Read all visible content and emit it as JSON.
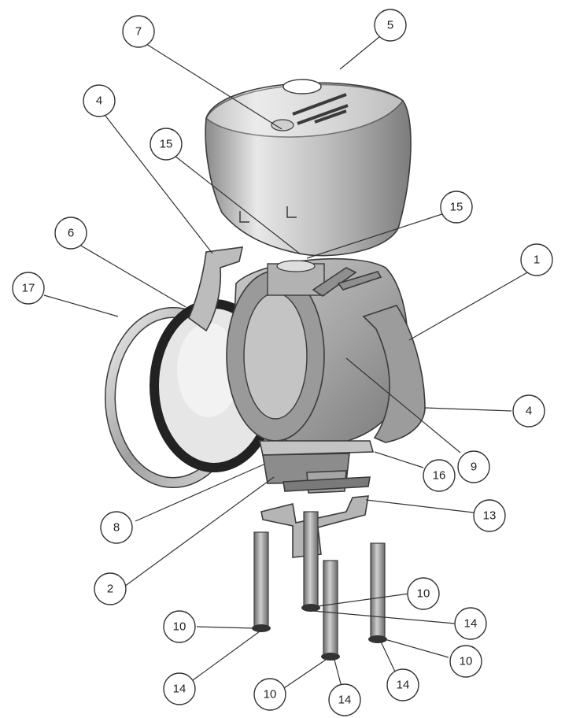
{
  "callouts": [
    {
      "id": "c5",
      "label": "5"
    },
    {
      "id": "c7",
      "label": "7"
    },
    {
      "id": "c4a",
      "label": "4"
    },
    {
      "id": "c15a",
      "label": "15"
    },
    {
      "id": "c15b",
      "label": "15"
    },
    {
      "id": "c6",
      "label": "6"
    },
    {
      "id": "c17",
      "label": "17"
    },
    {
      "id": "c1",
      "label": "1"
    },
    {
      "id": "c4b",
      "label": "4"
    },
    {
      "id": "c16",
      "label": "16"
    },
    {
      "id": "c9",
      "label": "9"
    },
    {
      "id": "c8",
      "label": "8"
    },
    {
      "id": "c13",
      "label": "13"
    },
    {
      "id": "c2",
      "label": "2"
    },
    {
      "id": "c10a",
      "label": "10"
    },
    {
      "id": "c14a",
      "label": "14"
    },
    {
      "id": "c10b",
      "label": "10"
    },
    {
      "id": "c10c",
      "label": "10"
    },
    {
      "id": "c14b",
      "label": "14"
    },
    {
      "id": "c14c",
      "label": "14"
    },
    {
      "id": "c10d",
      "label": "10"
    },
    {
      "id": "c14d",
      "label": "14"
    }
  ],
  "colors": {
    "metal_light": "#d9d9d9",
    "metal_mid": "#a8a8a8",
    "metal_dark": "#6f6f6f",
    "gasket": "#222222",
    "glass": "#e6e6e6"
  }
}
